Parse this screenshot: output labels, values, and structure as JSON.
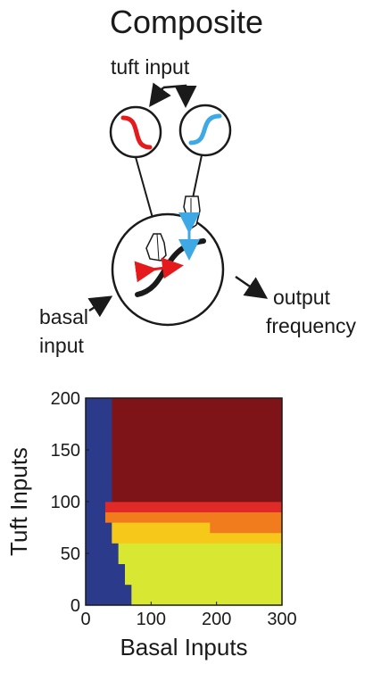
{
  "title": "Composite",
  "labels": {
    "tuft_input": "tuft input",
    "basal_input_line1": "basal",
    "basal_input_line2": "input",
    "output_line1": "output",
    "output_line2": "frequency"
  },
  "colors": {
    "red_curve": "#e41a1c",
    "blue_curve": "#3fa9e6",
    "dark_blue": "#2c3a8c",
    "dark_red": "#7f1418"
  },
  "chart_data": {
    "type": "heatmap",
    "xlabel": "Basal Inputs",
    "ylabel": "Tuft Inputs",
    "xlim": [
      0,
      300
    ],
    "ylim": [
      0,
      200
    ],
    "x_ticks": [
      "0",
      "100",
      "200",
      "300"
    ],
    "y_ticks": [
      "0",
      "50",
      "100",
      "150",
      "200"
    ],
    "grid": false
  }
}
